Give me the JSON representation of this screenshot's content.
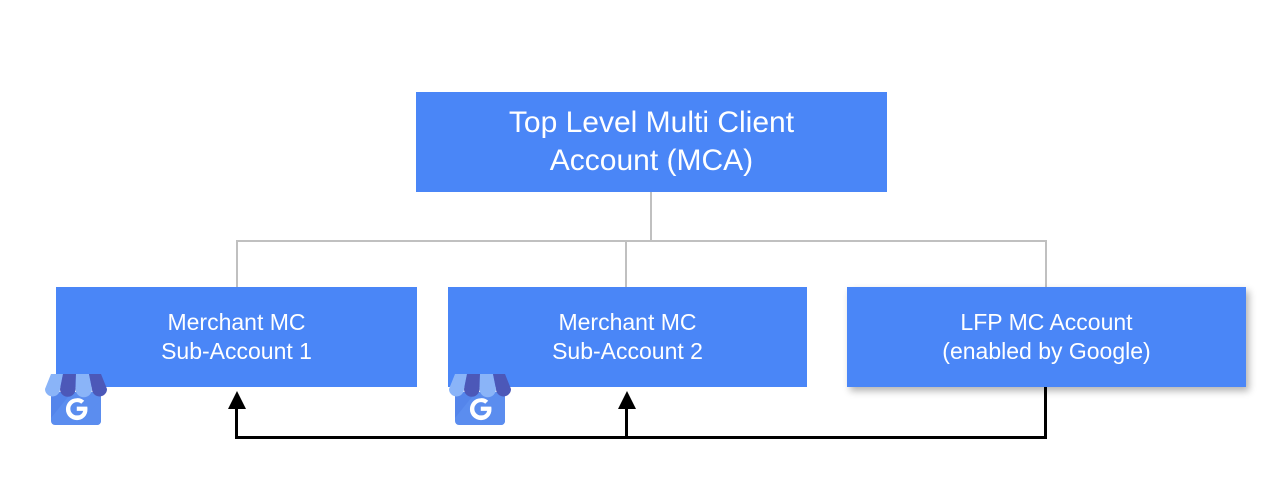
{
  "diagram": {
    "title": "Google Merchant Center account hierarchy with LFP feedback links",
    "colors": {
      "node_fill": "#4a86f7",
      "node_text": "#ffffff",
      "tree_connector": "#c0c0c0",
      "feedback_arrow": "#000000",
      "canvas_background": "#ffffff",
      "gmb_awning_light": "#8ab4f8",
      "gmb_awning_dark": "#4c58b8",
      "gmb_body": "#5b8def"
    },
    "nodes": [
      {
        "id": "mca",
        "name": "top-level-mca-node",
        "line1": "Top Level Multi Client",
        "line2": "Account (MCA)",
        "level": "root"
      },
      {
        "id": "sub1",
        "name": "merchant-sub-account-1-node",
        "line1": "Merchant MC",
        "line2": "Sub-Account 1",
        "level": "child",
        "icon": "google-my-business-icon"
      },
      {
        "id": "sub2",
        "name": "merchant-sub-account-2-node",
        "line1": "Merchant MC",
        "line2": "Sub-Account 2",
        "level": "child",
        "icon": "google-my-business-icon"
      },
      {
        "id": "lfp",
        "name": "lfp-mc-account-node",
        "line1": "LFP MC Account",
        "line2": "(enabled by Google)",
        "level": "child"
      }
    ],
    "connections": [
      {
        "id": "tree",
        "style": "solid-gray-orthogonal",
        "from": "mca",
        "to": [
          "sub1",
          "sub2",
          "lfp"
        ],
        "arrowheads": false
      },
      {
        "id": "feedback",
        "style": "solid-black-orthogonal",
        "from": "lfp",
        "to": [
          "sub1",
          "sub2"
        ],
        "arrowheads": true
      }
    ]
  }
}
